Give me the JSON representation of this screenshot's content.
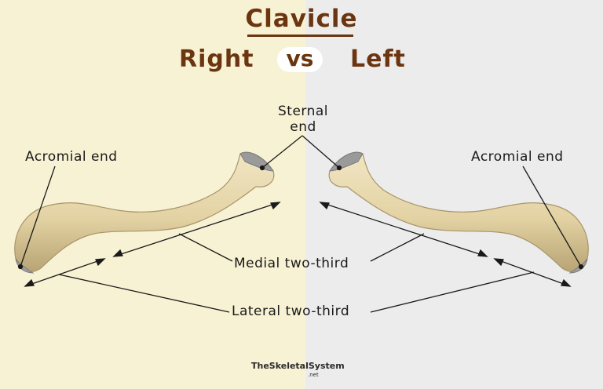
{
  "title": "Clavicle",
  "sides": {
    "right": "Right",
    "vs": "vs",
    "left": "Left"
  },
  "labels": {
    "sternal_end_line1": "Sternal",
    "sternal_end_line2": "end",
    "acromial_end_left": "Acromial end",
    "acromial_end_right": "Acromial end",
    "medial": "Medial two-third",
    "lateral": "Lateral two-third"
  },
  "credit": {
    "main": "TheSkeletalSystem",
    "sub": ".net"
  },
  "colors": {
    "left_background": "#f8f2d4",
    "right_background": "#ececec",
    "title": "#6b3510",
    "bone": "#e6d7ac"
  }
}
